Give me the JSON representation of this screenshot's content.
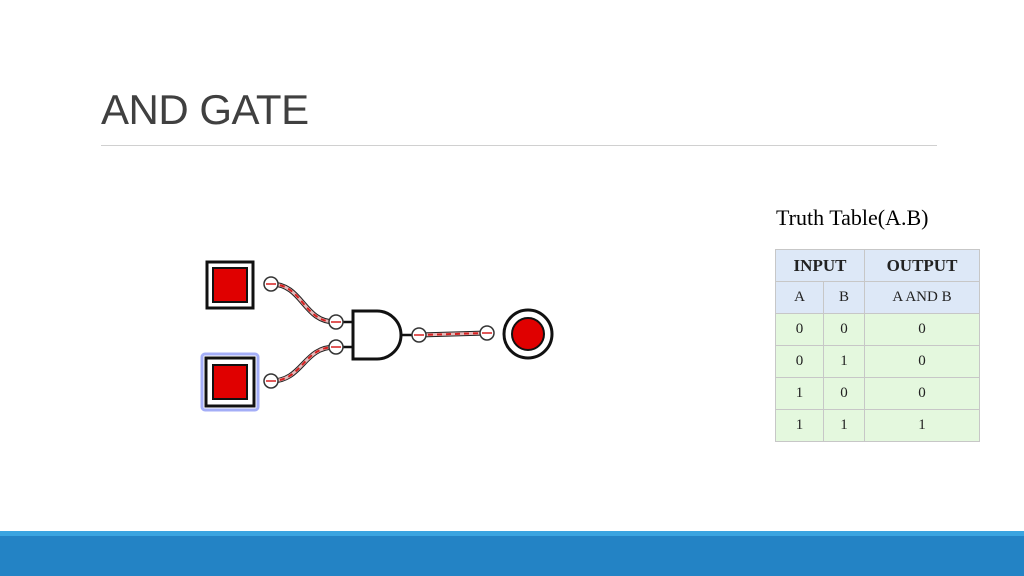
{
  "slide": {
    "title": "AND GATE"
  },
  "circuit": {
    "input_a_state": 1,
    "input_b_state": 1,
    "output_state": 1,
    "accent_color": "#e00000",
    "selection_color": "#5a6cf0"
  },
  "truth_table": {
    "caption": "Truth Table(A.B)",
    "header_input": "INPUT",
    "header_output": "OUTPUT",
    "col_a": "A",
    "col_b": "B",
    "col_out": "A AND B",
    "rows": [
      [
        "0",
        "0",
        "0"
      ],
      [
        "0",
        "1",
        "0"
      ],
      [
        "1",
        "0",
        "0"
      ],
      [
        "1",
        "1",
        "1"
      ]
    ]
  }
}
